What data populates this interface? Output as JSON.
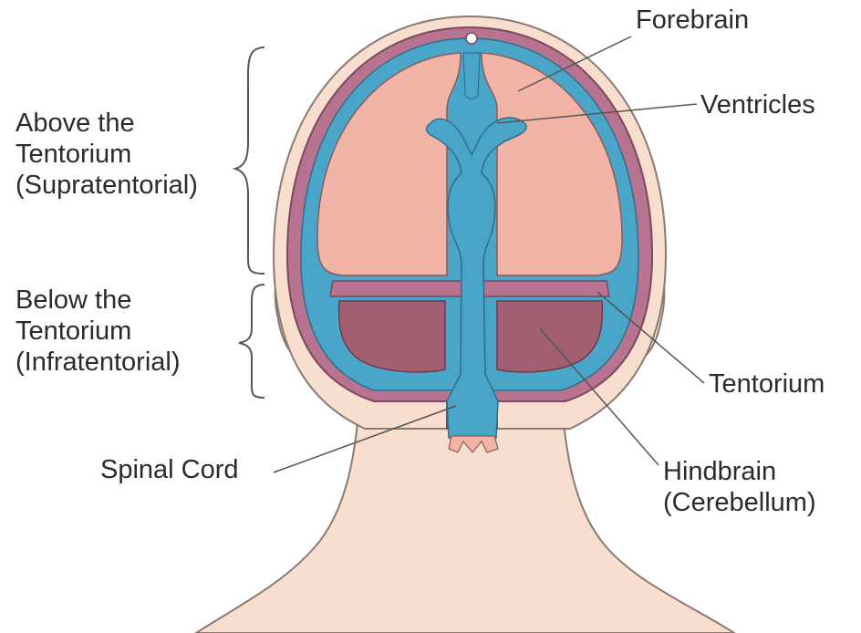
{
  "labels": {
    "forebrain": "Forebrain",
    "ventricles": "Ventricles",
    "tentorium": "Tentorium",
    "hindbrain_line1": "Hindbrain",
    "hindbrain_line2": "(Cerebellum)",
    "spinal_cord": "Spinal Cord",
    "above_line1": "Above the",
    "above_line2": "Tentorium",
    "above_line3": "(Supratentorial)",
    "below_line1": "Below the",
    "below_line2": "Tentorium",
    "below_line3": "(Infratentorial)"
  },
  "colors": {
    "skin": "#f7dece",
    "skin_outline": "#8a7a72",
    "skull_band": "#b7738f",
    "forebrain": "#f2b4a6",
    "hindbrain": "#a35f72",
    "ventricles": "#4aa6c9",
    "leader_line": "#555555",
    "text": "#2b2b2b"
  }
}
